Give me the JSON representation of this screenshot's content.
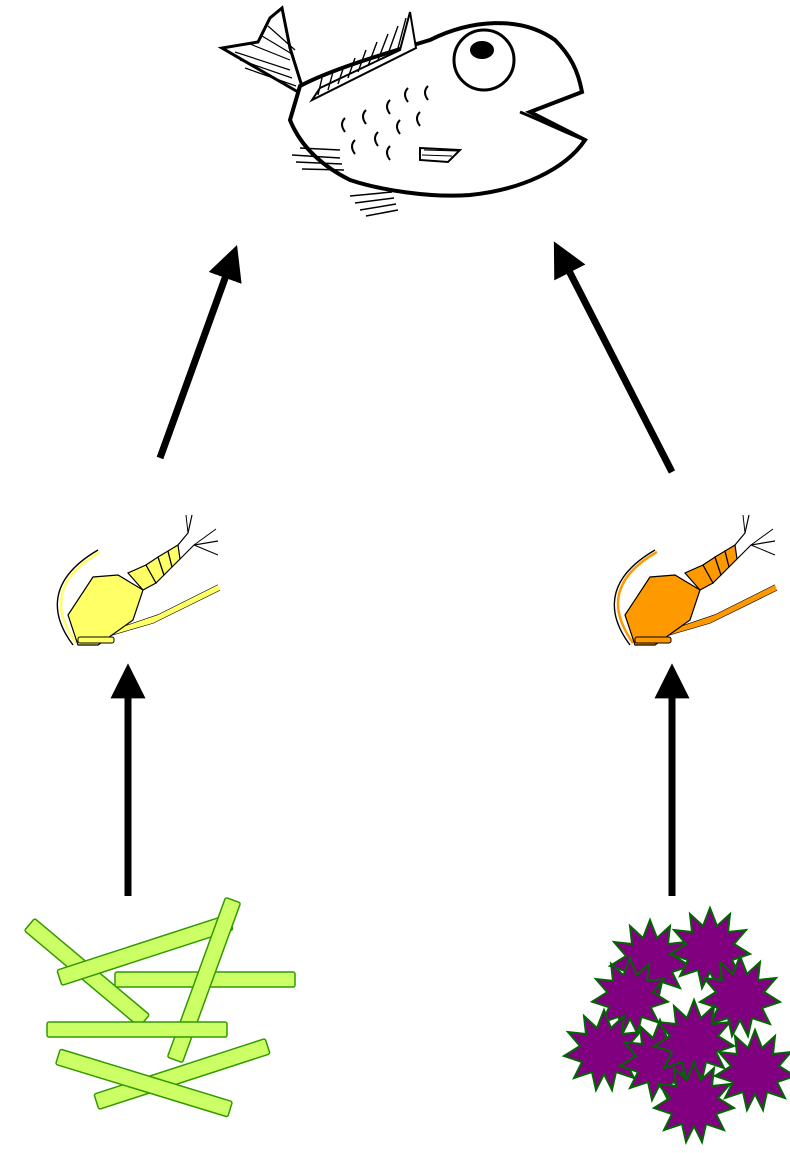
{
  "diagram": {
    "kind": "food-web",
    "nodes": [
      {
        "id": "fish",
        "icon": "fish-icon",
        "level": 3
      },
      {
        "id": "copepod-left",
        "icon": "copepod-icon",
        "color": "#ffff66",
        "level": 2
      },
      {
        "id": "copepod-right",
        "icon": "copepod-icon",
        "color": "#ff9900",
        "level": 2
      },
      {
        "id": "rod-algae",
        "icon": "rod-algae-icon",
        "color": "#ccff66",
        "stroke": "#339900",
        "level": 1
      },
      {
        "id": "star-algae",
        "icon": "star-algae-icon",
        "color": "#800080",
        "stroke": "#006600",
        "level": 1
      }
    ],
    "edges": [
      {
        "from": "copepod-left",
        "to": "fish"
      },
      {
        "from": "copepod-right",
        "to": "fish"
      },
      {
        "from": "rod-algae",
        "to": "copepod-left"
      },
      {
        "from": "star-algae",
        "to": "copepod-right"
      }
    ],
    "arrow_color": "#000000"
  }
}
